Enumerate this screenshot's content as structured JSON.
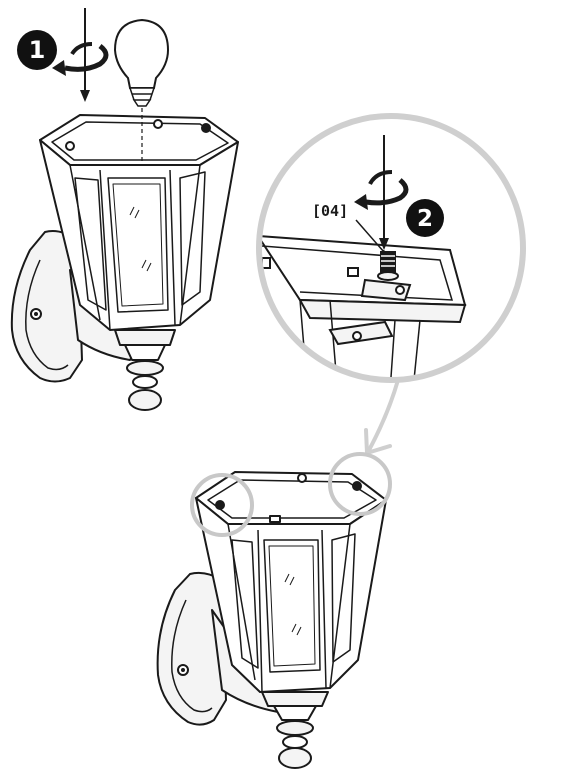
{
  "steps": [
    {
      "number": "1"
    },
    {
      "number": "2"
    }
  ],
  "callout": {
    "part_label": "[04]"
  },
  "colors": {
    "line": "#1a1a1a",
    "badge": "#111111",
    "badge_text": "#ffffff",
    "detail_circle": "#cfcfcf",
    "highlight_circle": "#c8c8c8",
    "glass_fill": "#ffffff",
    "metal_fill": "#f4f4f4"
  },
  "icons": [
    "rotate-counterclockwise-icon",
    "down-arrow-icon",
    "light-bulb-icon",
    "screw-icon"
  ]
}
